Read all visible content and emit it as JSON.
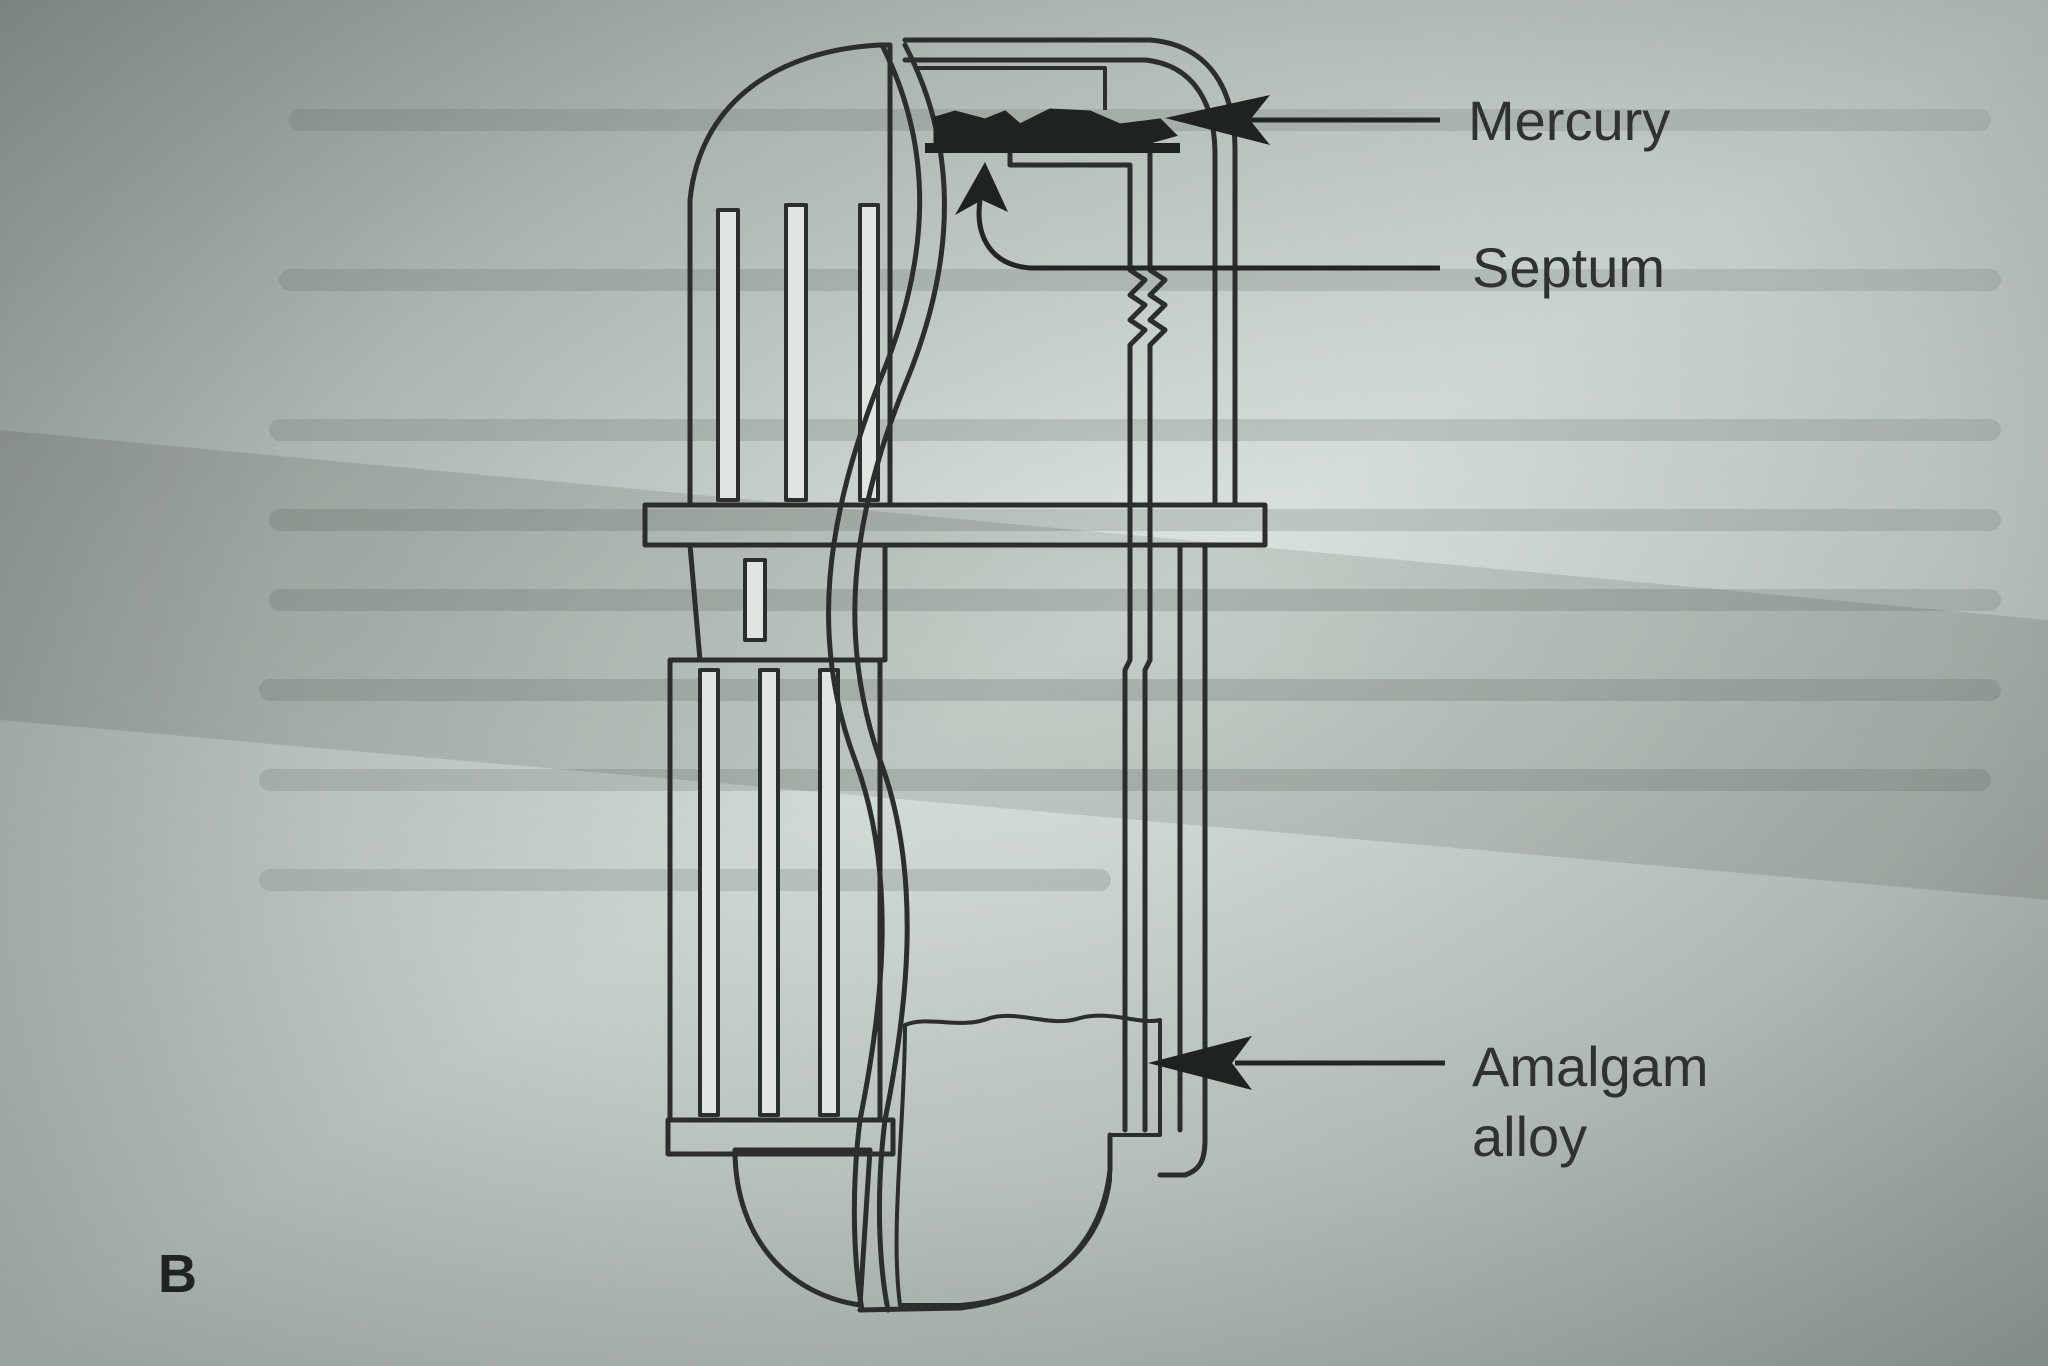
{
  "figure": {
    "panel_letter": "B",
    "labels": {
      "mercury": "Mercury",
      "septum": "Septum",
      "amalgam_line1": "Amalgam",
      "amalgam_line2": "alloy"
    }
  },
  "colors": {
    "paper_light": "#dfe7e2",
    "paper_mid": "#b9c4bd",
    "paper_dark": "#8f9893",
    "ink": "#2a2e2d",
    "mercury_fill": "#1e2221",
    "capsule_fill": "#e9eeea"
  }
}
